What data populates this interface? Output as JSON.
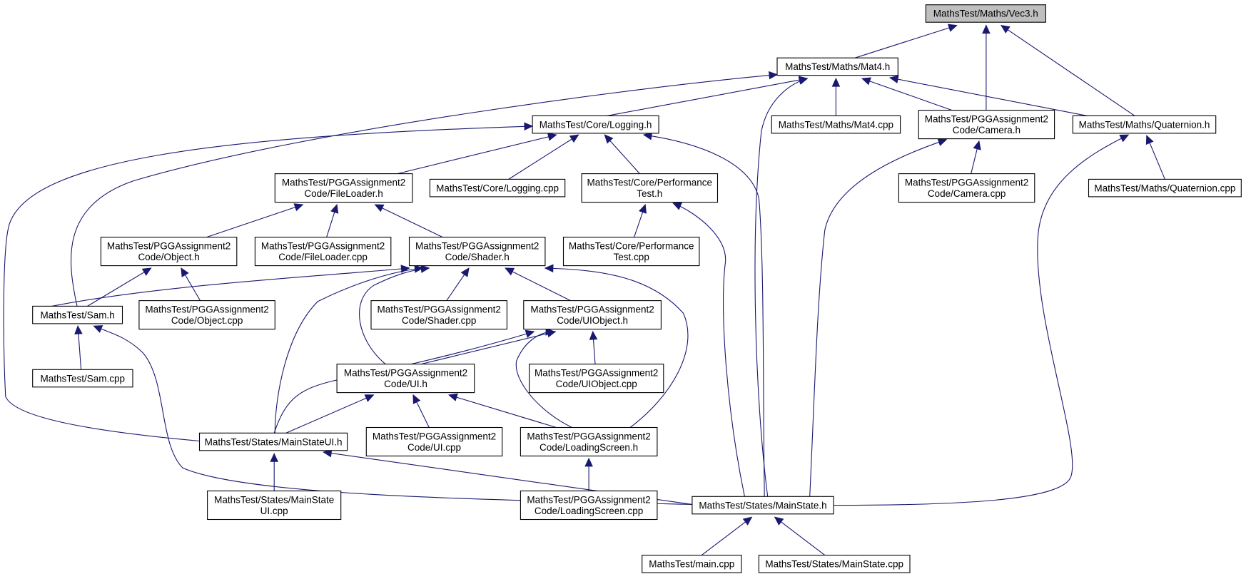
{
  "colors": {
    "edge": "#191970",
    "root_fill": "#bfbfbf",
    "node_fill": "#ffffff",
    "border": "#000000"
  },
  "nodes": [
    {
      "id": "vec3",
      "lines": [
        "MathsTest/Maths/Vec3.h"
      ],
      "root": true
    },
    {
      "id": "mat4",
      "lines": [
        "MathsTest/Maths/Mat4.h"
      ]
    },
    {
      "id": "logging",
      "lines": [
        "MathsTest/Core/Logging.h"
      ]
    },
    {
      "id": "mat4cpp",
      "lines": [
        "MathsTest/Maths/Mat4.cpp"
      ]
    },
    {
      "id": "camera",
      "lines": [
        "MathsTest/PGGAssignment2",
        "Code/Camera.h"
      ]
    },
    {
      "id": "quat",
      "lines": [
        "MathsTest/Maths/Quaternion.h"
      ]
    },
    {
      "id": "fileloader",
      "lines": [
        "MathsTest/PGGAssignment2",
        "Code/FileLoader.h"
      ]
    },
    {
      "id": "loggingcpp",
      "lines": [
        "MathsTest/Core/Logging.cpp"
      ]
    },
    {
      "id": "perf",
      "lines": [
        "MathsTest/Core/Performance",
        "Test.h"
      ]
    },
    {
      "id": "cameracpp",
      "lines": [
        "MathsTest/PGGAssignment2",
        "Code/Camera.cpp"
      ]
    },
    {
      "id": "quatcpp",
      "lines": [
        "MathsTest/Maths/Quaternion.cpp"
      ]
    },
    {
      "id": "object",
      "lines": [
        "MathsTest/PGGAssignment2",
        "Code/Object.h"
      ]
    },
    {
      "id": "fileloadercpp",
      "lines": [
        "MathsTest/PGGAssignment2",
        "Code/FileLoader.cpp"
      ]
    },
    {
      "id": "shader",
      "lines": [
        "MathsTest/PGGAssignment2",
        "Code/Shader.h"
      ]
    },
    {
      "id": "perfcpp",
      "lines": [
        "MathsTest/Core/Performance",
        "Test.cpp"
      ]
    },
    {
      "id": "sam",
      "lines": [
        "MathsTest/Sam.h"
      ]
    },
    {
      "id": "objectcpp",
      "lines": [
        "MathsTest/PGGAssignment2",
        "Code/Object.cpp"
      ]
    },
    {
      "id": "shadercpp",
      "lines": [
        "MathsTest/PGGAssignment2",
        "Code/Shader.cpp"
      ]
    },
    {
      "id": "uiobject",
      "lines": [
        "MathsTest/PGGAssignment2",
        "Code/UIObject.h"
      ]
    },
    {
      "id": "samcpp",
      "lines": [
        "MathsTest/Sam.cpp"
      ]
    },
    {
      "id": "ui",
      "lines": [
        "MathsTest/PGGAssignment2",
        "Code/UI.h"
      ]
    },
    {
      "id": "uiobjectcpp",
      "lines": [
        "MathsTest/PGGAssignment2",
        "Code/UIObject.cpp"
      ]
    },
    {
      "id": "mainstateui",
      "lines": [
        "MathsTest/States/MainStateUI.h"
      ]
    },
    {
      "id": "uicpp",
      "lines": [
        "MathsTest/PGGAssignment2",
        "Code/UI.cpp"
      ]
    },
    {
      "id": "loading",
      "lines": [
        "MathsTest/PGGAssignment2",
        "Code/LoadingScreen.h"
      ]
    },
    {
      "id": "mainstateuicpp",
      "lines": [
        "MathsTest/States/MainState",
        "UI.cpp"
      ]
    },
    {
      "id": "loadingcpp",
      "lines": [
        "MathsTest/PGGAssignment2",
        "Code/LoadingScreen.cpp"
      ]
    },
    {
      "id": "mainstate",
      "lines": [
        "MathsTest/States/MainState.h"
      ]
    },
    {
      "id": "maincpp",
      "lines": [
        "MathsTest/main.cpp"
      ]
    },
    {
      "id": "mainstatecpp",
      "lines": [
        "MathsTest/States/MainState.cpp"
      ]
    }
  ]
}
